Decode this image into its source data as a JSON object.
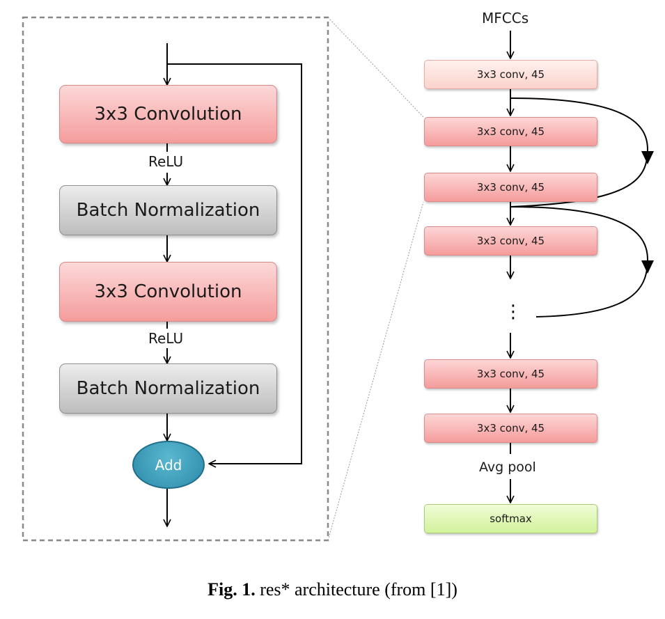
{
  "detail_block": {
    "conv1_label": "3x3 Convolution",
    "relu1_label": "ReLU",
    "bn1_label": "Batch Normalization",
    "conv2_label": "3x3 Convolution",
    "relu2_label": "ReLU",
    "bn2_label": "Batch Normalization",
    "add_label": "Add"
  },
  "network": {
    "input_label": "MFCCs",
    "conv_layers": [
      "3x3 conv, 45",
      "3x3 conv, 45",
      "3x3 conv, 45",
      "3x3 conv, 45"
    ],
    "ellipsis": "⋮",
    "final_conv_layers": [
      "3x3 conv, 45",
      "3x3 conv, 45"
    ],
    "pool_label": "Avg pool",
    "output_label": "softmax"
  },
  "caption": {
    "prefix": "Fig. 1.",
    "text": " res* architecture (from [1])"
  }
}
